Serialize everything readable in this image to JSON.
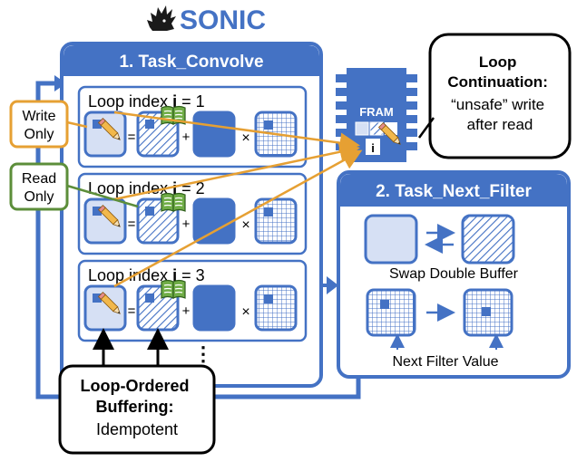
{
  "title": "SONIC",
  "logo_icon": "hedgehog-icon",
  "colors": {
    "blue": "#4472C4",
    "light_blue": "#D6E0F4",
    "orange": "#E6A033",
    "green": "#5C8E3A",
    "book_green": "#70AD47",
    "white": "#FFFFFF",
    "black": "#000000"
  },
  "task_convolve": {
    "header": "1. Task_Convolve",
    "loops": [
      {
        "label": "Loop index ",
        "var": "i",
        "eq": " = 1"
      },
      {
        "label": "Loop index ",
        "var": "i",
        "eq": " = 2"
      },
      {
        "label": "Loop index ",
        "var": "i",
        "eq": " = 3"
      }
    ],
    "ops": {
      "equals": "=",
      "plus": "+",
      "times": "×"
    },
    "more": "⋮"
  },
  "callouts": {
    "write_only": "Write\nOnly",
    "read_only": "Read\nOnly",
    "loop_continuation": {
      "title_line1": "Loop",
      "title_line2": "Continuation:",
      "body_line1": "“unsafe” write",
      "body_line2": "after read"
    },
    "loop_ordered": {
      "title_line1": "Loop-Ordered",
      "title_line2": "Buffering:",
      "body": "Idempotent"
    }
  },
  "fram": {
    "label": "FRAM",
    "index_label": "i"
  },
  "task_next_filter": {
    "header": "2. Task_Next_Filter",
    "swap_label": "Swap Double Buffer",
    "next_label": "Next Filter Value"
  }
}
